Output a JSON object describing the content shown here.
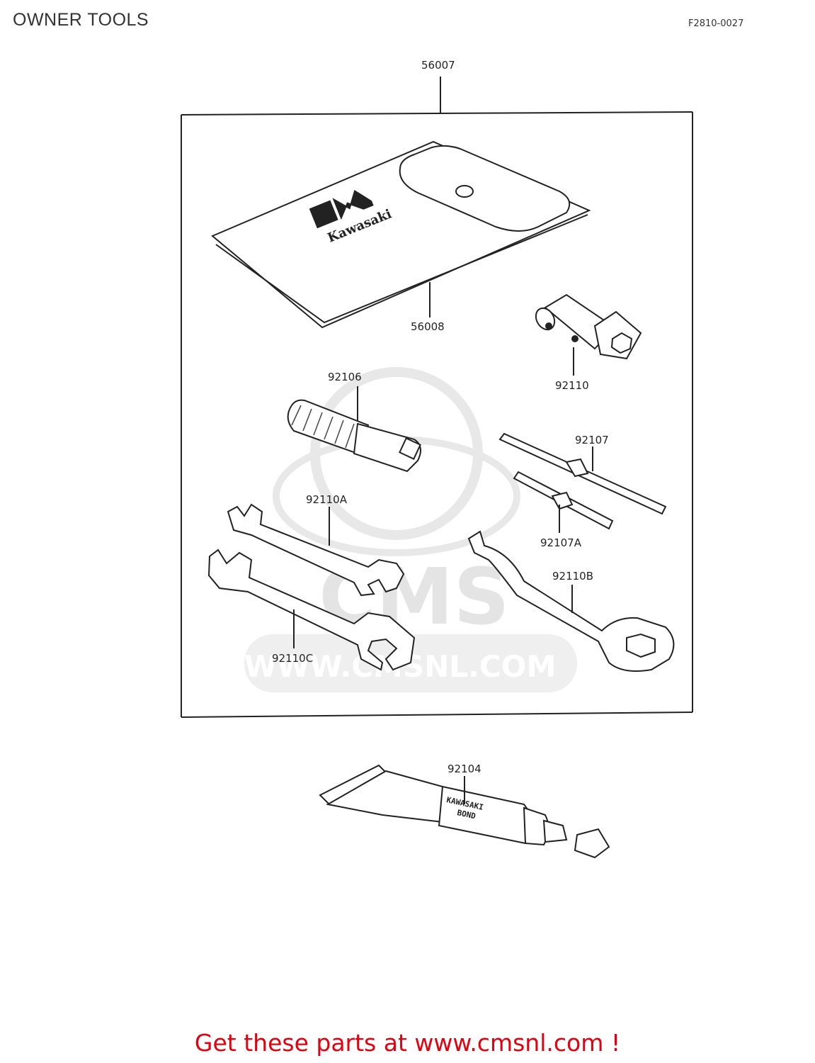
{
  "header": {
    "title": "OWNER TOOLS",
    "ref_code": "F2810-0027"
  },
  "watermark": {
    "brand": "CMS",
    "url": "WWW.CMSNL.COM"
  },
  "parts": [
    {
      "id": "kit",
      "number": "56007"
    },
    {
      "id": "pouch",
      "number": "56008"
    },
    {
      "id": "socket-wrench",
      "number": "92110"
    },
    {
      "id": "handle",
      "number": "92106"
    },
    {
      "id": "screwdriver",
      "number": "92107"
    },
    {
      "id": "screwdriver-bit",
      "number": "92107A"
    },
    {
      "id": "wrench-a",
      "number": "92110A"
    },
    {
      "id": "hook-wrench",
      "number": "92110B"
    },
    {
      "id": "wrench-c",
      "number": "92110C"
    },
    {
      "id": "bond-tube",
      "number": "92104"
    }
  ],
  "pouch_brand": "Kawasaki",
  "tube_text": [
    "KAWASAKI",
    "BOND"
  ],
  "footer": {
    "text": "Get these parts at www.cmsnl.com !"
  },
  "colors": {
    "line": "#222222",
    "footer": "#e3000f",
    "watermark": "#e2e2e2"
  }
}
